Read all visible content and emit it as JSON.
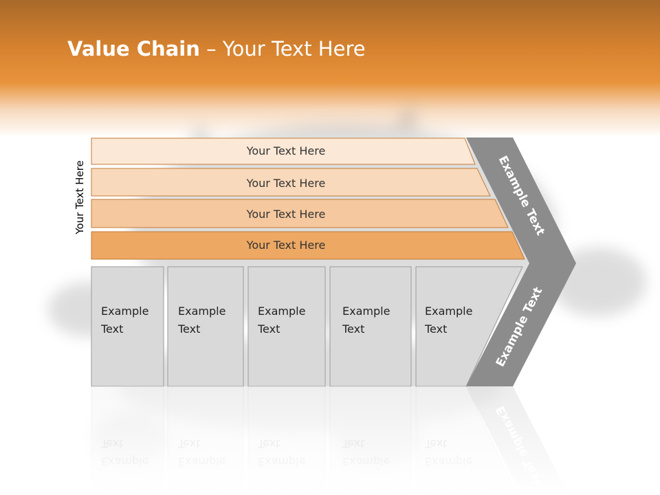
{
  "title": {
    "bold": "Value Chain",
    "rest": " – Your Text Here"
  },
  "side_label": "Your Text Here",
  "bars": [
    {
      "label": "Your Text Here",
      "color": "#fbe8d7"
    },
    {
      "label": "Your Text Here",
      "color": "#f9d9bb"
    },
    {
      "label": "Your Text Here",
      "color": "#f5c89f"
    },
    {
      "label": "Your Text Here",
      "color": "#eda863"
    }
  ],
  "boxes": [
    {
      "line1": "Example",
      "line2": "Text"
    },
    {
      "line1": "Example",
      "line2": "Text"
    },
    {
      "line1": "Example",
      "line2": "Text"
    },
    {
      "line1": "Example",
      "line2": "Text"
    },
    {
      "line1": "Example",
      "line2": "Text"
    }
  ],
  "chevron": {
    "top_label": "Example Text",
    "bottom_label": "Example Text"
  },
  "colors": {
    "header": "#e8933c",
    "box_fill": "#d9d9d9",
    "box_stroke": "#9a9a9a",
    "chevron_fill": "#8c8c8c",
    "bar_stroke": "#c47a35"
  }
}
